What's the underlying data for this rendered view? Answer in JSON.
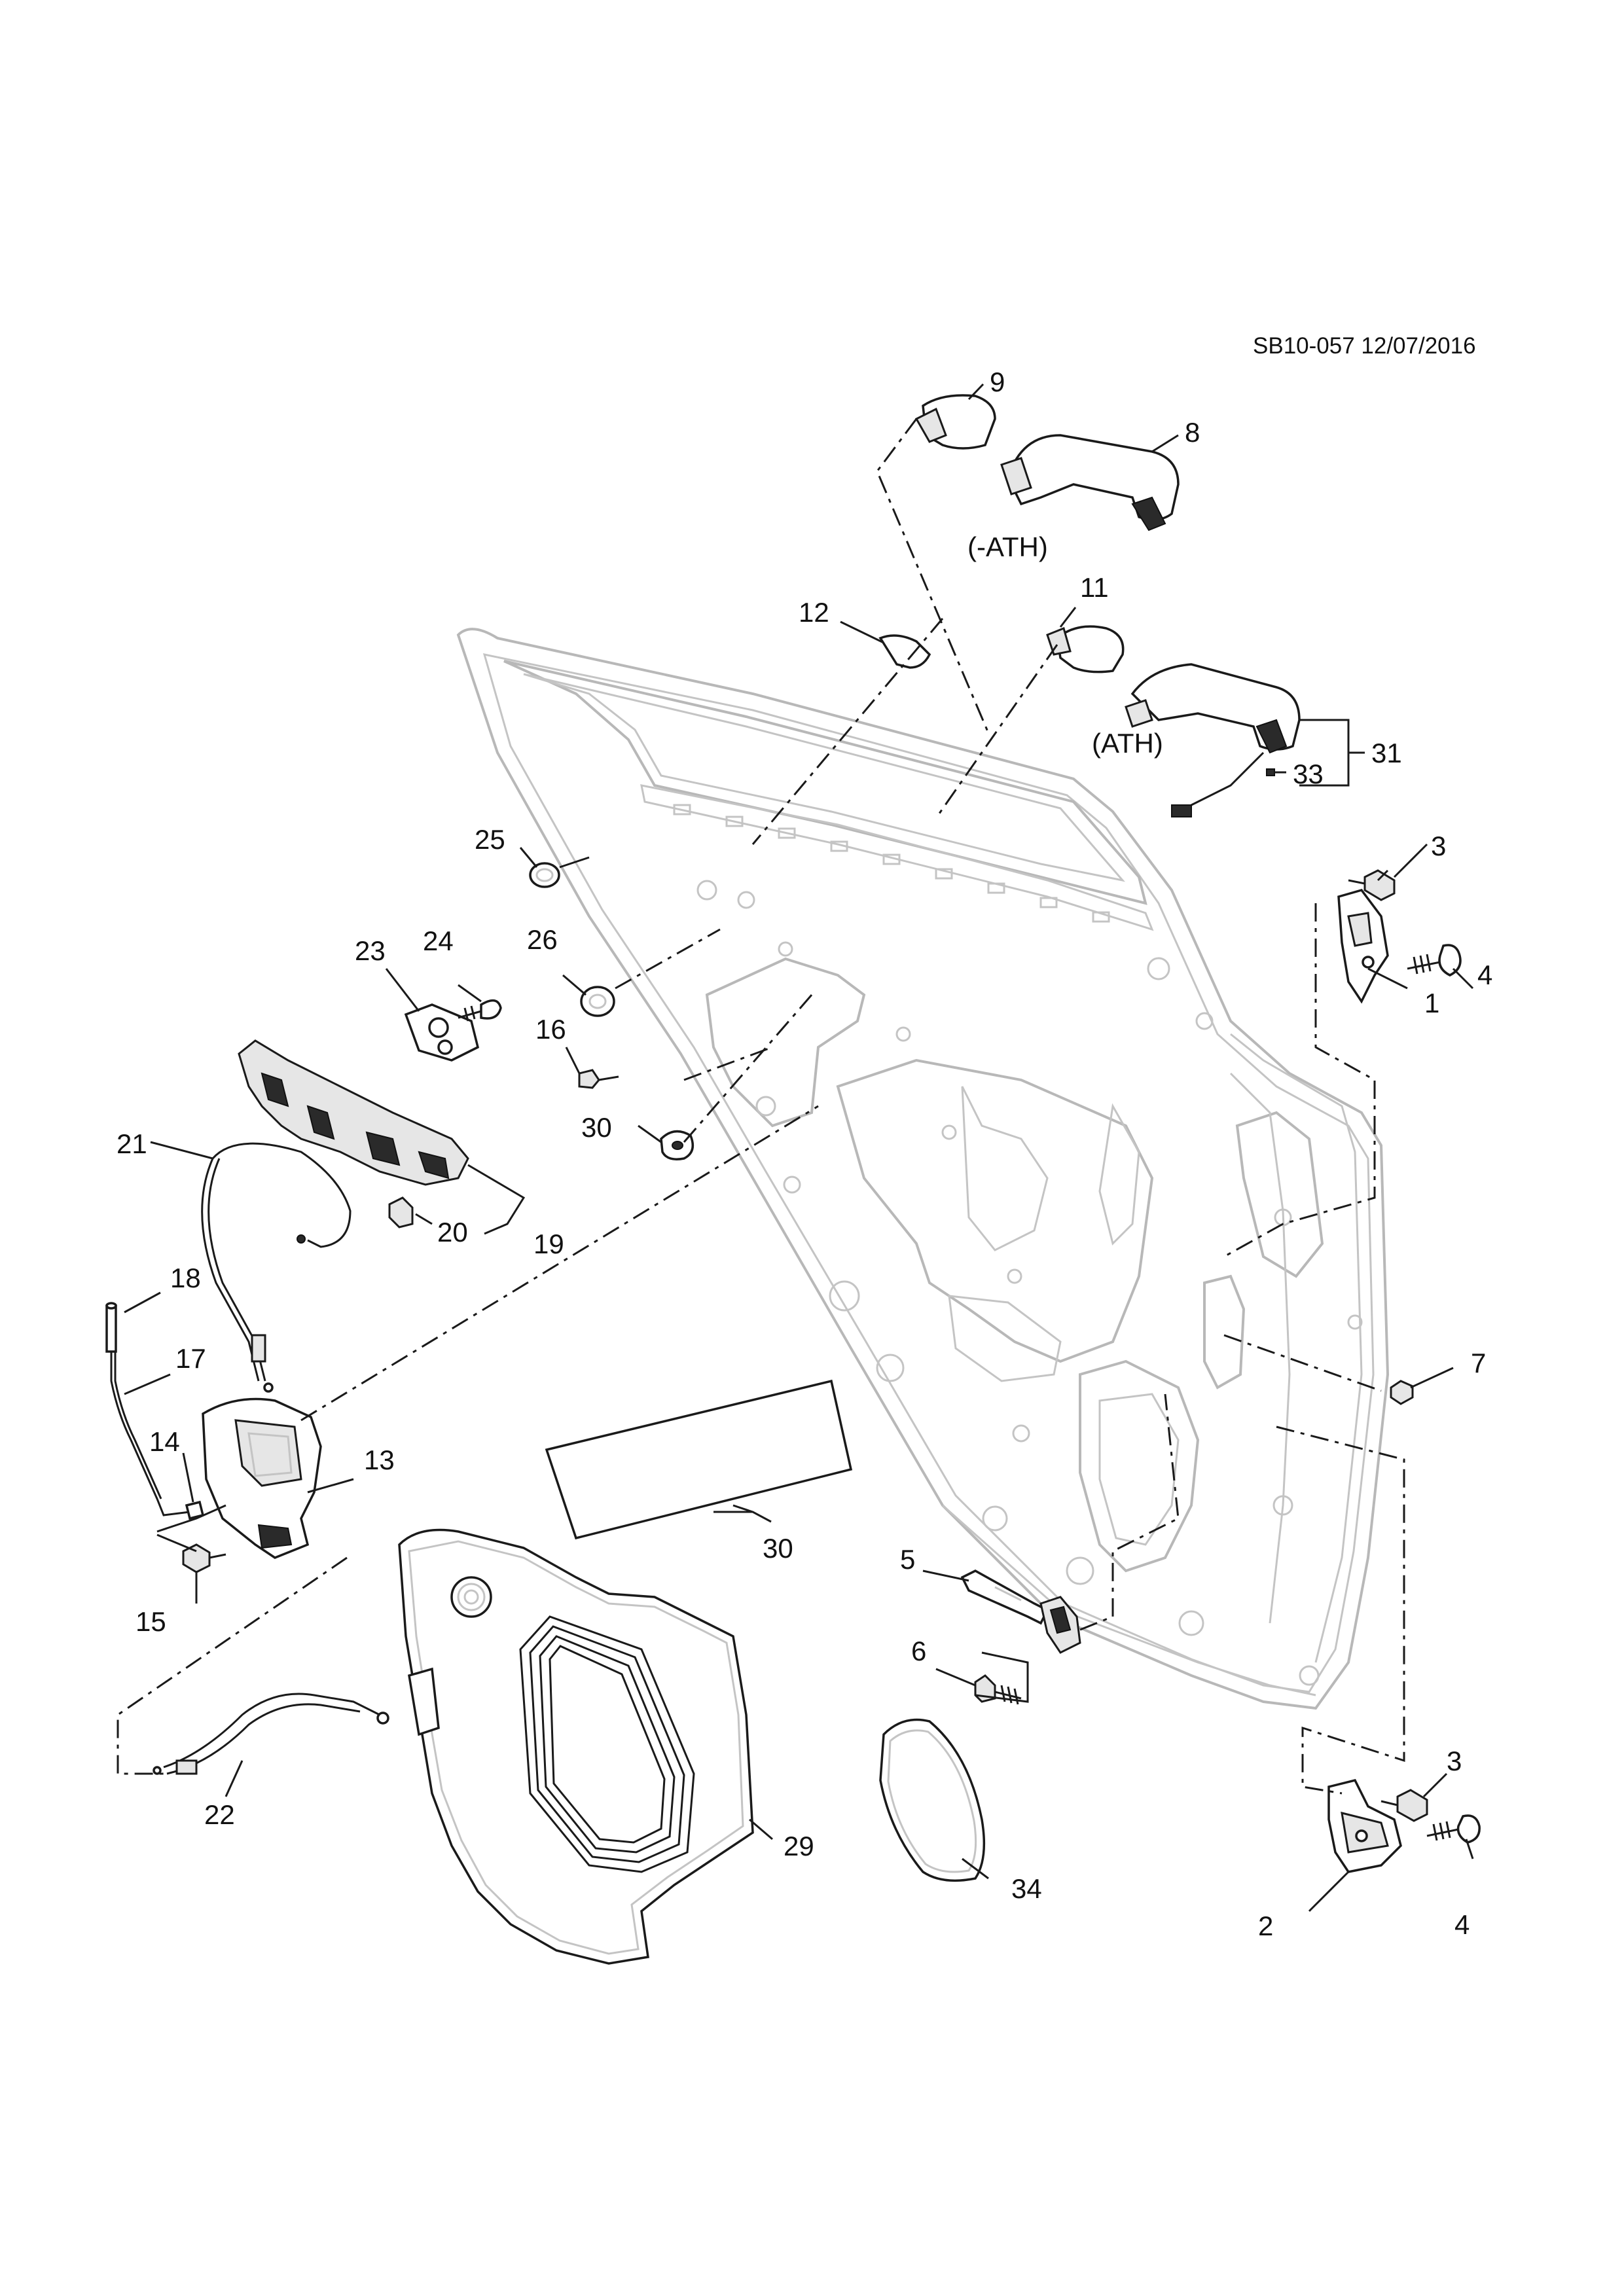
{
  "diagram": {
    "code": "SB10-057 12/07/2016",
    "notes": {
      "without_ath": "(-ATH)",
      "with_ath": "(ATH)"
    },
    "callouts": {
      "c1": "1",
      "c2": "2",
      "c3a": "3",
      "c3b": "3",
      "c4a": "4",
      "c4b": "4",
      "c5": "5",
      "c6": "6",
      "c7": "7",
      "c8": "8",
      "c9": "9",
      "c11": "11",
      "c12": "12",
      "c13": "13",
      "c14": "14",
      "c15": "15",
      "c16": "16",
      "c17": "17",
      "c18": "18",
      "c19": "19",
      "c20": "20",
      "c21": "21",
      "c22": "22",
      "c23": "23",
      "c24": "24",
      "c25": "25",
      "c26": "26",
      "c29": "29",
      "c30a": "30",
      "c30b": "30",
      "c31": "31",
      "c33": "33",
      "c34": "34"
    }
  }
}
